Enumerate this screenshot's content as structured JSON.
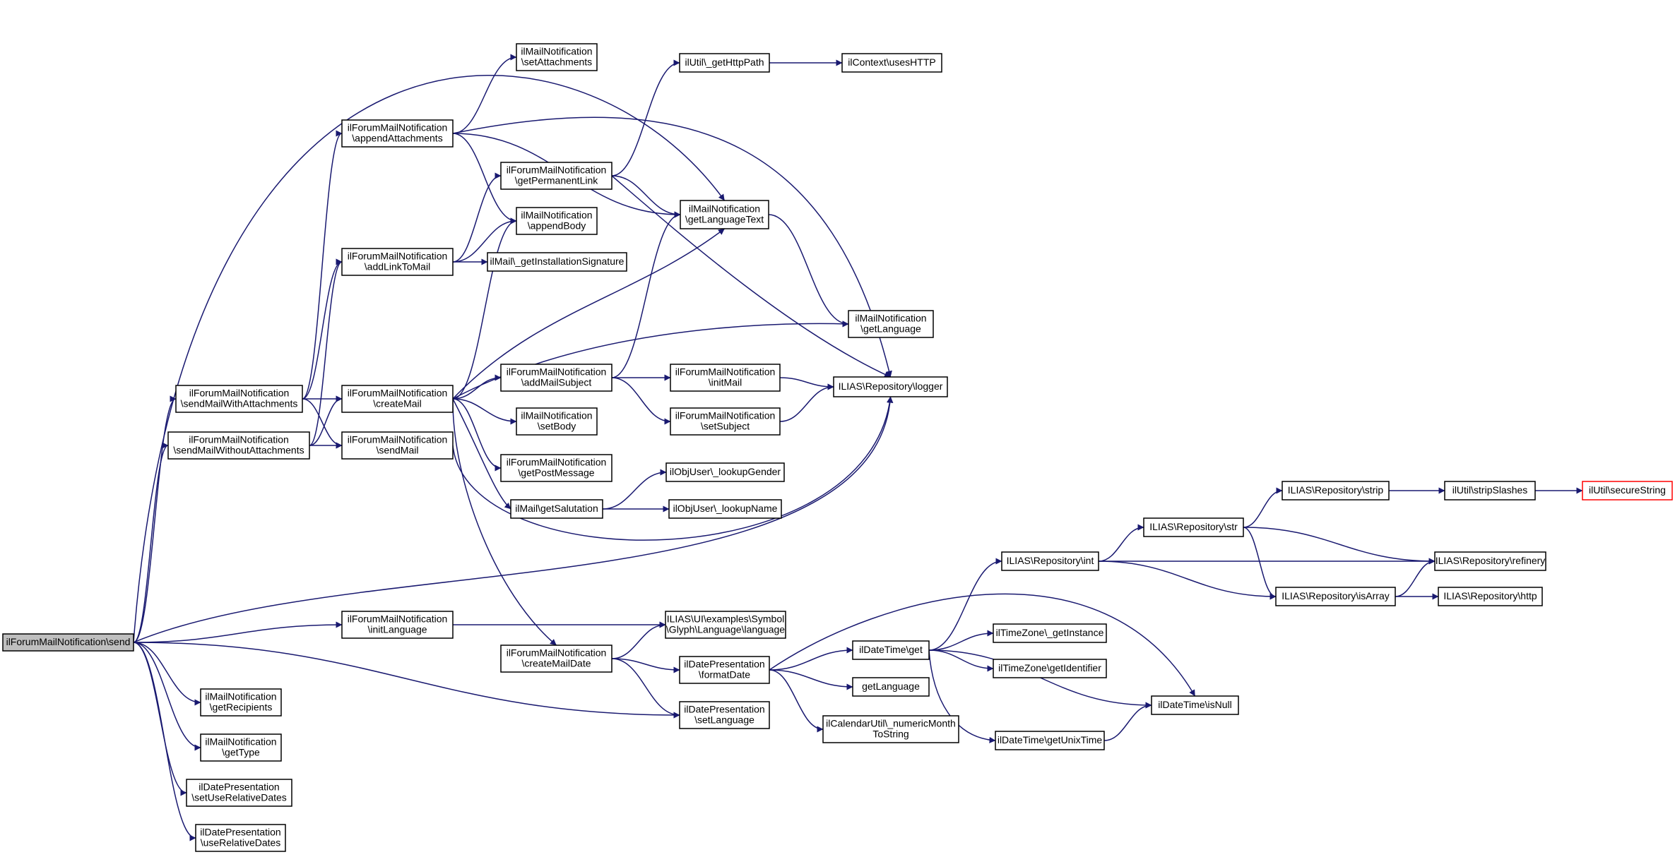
{
  "graph": {
    "nodes": [
      {
        "id": "send",
        "lines": [
          "ilForumMailNotification\\send"
        ],
        "style": "root"
      },
      {
        "id": "sendWithAtt",
        "lines": [
          "ilForumMailNotification",
          "\\sendMailWithAttachments"
        ]
      },
      {
        "id": "sendWithoutAtt",
        "lines": [
          "ilForumMailNotification",
          "\\sendMailWithoutAttachments"
        ]
      },
      {
        "id": "appendAtt",
        "lines": [
          "ilForumMailNotification",
          "\\appendAttachments"
        ]
      },
      {
        "id": "setAtt",
        "lines": [
          "ilMailNotification",
          "\\setAttachments"
        ]
      },
      {
        "id": "addLink",
        "lines": [
          "ilForumMailNotification",
          "\\addLinkToMail"
        ]
      },
      {
        "id": "getPermLink",
        "lines": [
          "ilForumMailNotification",
          "\\getPermanentLink"
        ]
      },
      {
        "id": "appendBody",
        "lines": [
          "ilMailNotification",
          "\\appendBody"
        ]
      },
      {
        "id": "installSig",
        "lines": [
          "ilMail\\_getInstallationSignature"
        ]
      },
      {
        "id": "getHttpPath",
        "lines": [
          "ilUtil\\_getHttpPath"
        ]
      },
      {
        "id": "usesHTTP",
        "lines": [
          "ilContext\\usesHTTP"
        ]
      },
      {
        "id": "getLangText",
        "lines": [
          "ilMailNotification",
          "\\getLanguageText"
        ]
      },
      {
        "id": "getLanguage",
        "lines": [
          "ilMailNotification",
          "\\getLanguage"
        ]
      },
      {
        "id": "logger",
        "lines": [
          "ILIAS\\Repository\\logger"
        ]
      },
      {
        "id": "createMail",
        "lines": [
          "ilForumMailNotification",
          "\\createMail"
        ]
      },
      {
        "id": "sendMail",
        "lines": [
          "ilForumMailNotification",
          "\\sendMail"
        ]
      },
      {
        "id": "addMailSubject",
        "lines": [
          "ilForumMailNotification",
          "\\addMailSubject"
        ]
      },
      {
        "id": "initMail",
        "lines": [
          "ilForumMailNotification",
          "\\initMail"
        ]
      },
      {
        "id": "setSubject",
        "lines": [
          "ilForumMailNotification",
          "\\setSubject"
        ]
      },
      {
        "id": "setBody",
        "lines": [
          "ilMailNotification",
          "\\setBody"
        ]
      },
      {
        "id": "getPostMessage",
        "lines": [
          "ilForumMailNotification",
          "\\getPostMessage"
        ]
      },
      {
        "id": "getSalutation",
        "lines": [
          "ilMail\\getSalutation"
        ]
      },
      {
        "id": "lookupGender",
        "lines": [
          "ilObjUser\\_lookupGender"
        ]
      },
      {
        "id": "lookupName",
        "lines": [
          "ilObjUser\\_lookupName"
        ]
      },
      {
        "id": "initLanguage",
        "lines": [
          "ilForumMailNotification",
          "\\initLanguage"
        ]
      },
      {
        "id": "glyphLanguage",
        "lines": [
          "ILIAS\\UI\\examples\\Symbol",
          "\\Glyph\\Language\\language"
        ]
      },
      {
        "id": "createMailDate",
        "lines": [
          "ilForumMailNotification",
          "\\createMailDate"
        ]
      },
      {
        "id": "formatDate",
        "lines": [
          "ilDatePresentation",
          "\\formatDate"
        ]
      },
      {
        "id": "setLanguage",
        "lines": [
          "ilDatePresentation",
          "\\setLanguage"
        ]
      },
      {
        "id": "getRecipients",
        "lines": [
          "ilMailNotification",
          "\\getRecipients"
        ]
      },
      {
        "id": "getType",
        "lines": [
          "ilMailNotification",
          "\\getType"
        ]
      },
      {
        "id": "setUseRelDates",
        "lines": [
          "ilDatePresentation",
          "\\setUseRelativeDates"
        ]
      },
      {
        "id": "useRelDates",
        "lines": [
          "ilDatePresentation",
          "\\useRelativeDates"
        ]
      },
      {
        "id": "dtGet",
        "lines": [
          "ilDateTime\\get"
        ]
      },
      {
        "id": "globalGetLanguage",
        "lines": [
          "getLanguage"
        ]
      },
      {
        "id": "numericMonth",
        "lines": [
          "ilCalendarUtil\\_numericMonth",
          "ToString"
        ]
      },
      {
        "id": "tzGetInstance",
        "lines": [
          "ilTimeZone\\_getInstance"
        ]
      },
      {
        "id": "tzGetIdentifier",
        "lines": [
          "ilTimeZone\\getIdentifier"
        ]
      },
      {
        "id": "dtGetUnixTime",
        "lines": [
          "ilDateTime\\getUnixTime"
        ]
      },
      {
        "id": "dtIsNull",
        "lines": [
          "ilDateTime\\isNull"
        ]
      },
      {
        "id": "repoInt",
        "lines": [
          "ILIAS\\Repository\\int"
        ]
      },
      {
        "id": "repoStr",
        "lines": [
          "ILIAS\\Repository\\str"
        ]
      },
      {
        "id": "repoStrip",
        "lines": [
          "ILIAS\\Repository\\strip"
        ]
      },
      {
        "id": "stripSlashes",
        "lines": [
          "ilUtil\\stripSlashes"
        ]
      },
      {
        "id": "secureString",
        "lines": [
          "ilUtil\\secureString"
        ],
        "style": "red"
      },
      {
        "id": "refinery",
        "lines": [
          "ILIAS\\Repository\\refinery"
        ]
      },
      {
        "id": "isArray",
        "lines": [
          "ILIAS\\Repository\\isArray"
        ]
      },
      {
        "id": "http",
        "lines": [
          "ILIAS\\Repository\\http"
        ]
      }
    ],
    "edges": [
      [
        "send",
        "sendWithAtt"
      ],
      [
        "send",
        "sendWithoutAtt"
      ],
      [
        "send",
        "getLangText"
      ],
      [
        "send",
        "logger"
      ],
      [
        "send",
        "initLanguage"
      ],
      [
        "send",
        "setLanguage"
      ],
      [
        "send",
        "getRecipients"
      ],
      [
        "send",
        "getType"
      ],
      [
        "send",
        "setUseRelDates"
      ],
      [
        "send",
        "useRelDates"
      ],
      [
        "sendWithAtt",
        "appendAtt"
      ],
      [
        "sendWithAtt",
        "addLink"
      ],
      [
        "sendWithAtt",
        "createMail"
      ],
      [
        "sendWithAtt",
        "sendMail"
      ],
      [
        "sendWithoutAtt",
        "addLink"
      ],
      [
        "sendWithoutAtt",
        "createMail"
      ],
      [
        "sendWithoutAtt",
        "sendMail"
      ],
      [
        "appendAtt",
        "setAtt"
      ],
      [
        "appendAtt",
        "appendBody"
      ],
      [
        "appendAtt",
        "getLangText"
      ],
      [
        "appendAtt",
        "logger"
      ],
      [
        "addLink",
        "getPermLink"
      ],
      [
        "addLink",
        "appendBody"
      ],
      [
        "addLink",
        "installSig"
      ],
      [
        "getPermLink",
        "getHttpPath"
      ],
      [
        "getPermLink",
        "getLangText"
      ],
      [
        "getPermLink",
        "logger"
      ],
      [
        "getHttpPath",
        "usesHTTP"
      ],
      [
        "getLangText",
        "getLanguage"
      ],
      [
        "createMail",
        "appendBody"
      ],
      [
        "createMail",
        "getLangText"
      ],
      [
        "createMail",
        "getLanguage"
      ],
      [
        "createMail",
        "addMailSubject"
      ],
      [
        "createMail",
        "setBody"
      ],
      [
        "createMail",
        "getPostMessage"
      ],
      [
        "createMail",
        "getSalutation"
      ],
      [
        "createMail",
        "createMailDate"
      ],
      [
        "sendMail",
        "logger"
      ],
      [
        "addMailSubject",
        "getLangText"
      ],
      [
        "addMailSubject",
        "initMail"
      ],
      [
        "addMailSubject",
        "setSubject"
      ],
      [
        "initMail",
        "logger"
      ],
      [
        "setSubject",
        "logger"
      ],
      [
        "getSalutation",
        "lookupGender"
      ],
      [
        "getSalutation",
        "lookupName"
      ],
      [
        "initLanguage",
        "glyphLanguage"
      ],
      [
        "createMailDate",
        "glyphLanguage"
      ],
      [
        "createMailDate",
        "formatDate"
      ],
      [
        "createMailDate",
        "setLanguage"
      ],
      [
        "formatDate",
        "dtGet"
      ],
      [
        "formatDate",
        "globalGetLanguage"
      ],
      [
        "formatDate",
        "numericMonth"
      ],
      [
        "formatDate",
        "dtIsNull"
      ],
      [
        "dtGet",
        "repoInt"
      ],
      [
        "dtGet",
        "tzGetInstance"
      ],
      [
        "dtGet",
        "tzGetIdentifier"
      ],
      [
        "dtGet",
        "dtGetUnixTime"
      ],
      [
        "dtGet",
        "dtIsNull"
      ],
      [
        "dtGetUnixTime",
        "dtIsNull"
      ],
      [
        "repoInt",
        "repoStr"
      ],
      [
        "repoInt",
        "refinery"
      ],
      [
        "repoInt",
        "isArray"
      ],
      [
        "repoStr",
        "repoStrip"
      ],
      [
        "repoStr",
        "refinery"
      ],
      [
        "repoStr",
        "isArray"
      ],
      [
        "repoStrip",
        "stripSlashes"
      ],
      [
        "stripSlashes",
        "secureString"
      ],
      [
        "isArray",
        "refinery"
      ],
      [
        "isArray",
        "http"
      ]
    ]
  },
  "colors": {
    "edge": "#191970",
    "root_fill": "#bfbfbf",
    "highlight_border": "#ff0000"
  }
}
